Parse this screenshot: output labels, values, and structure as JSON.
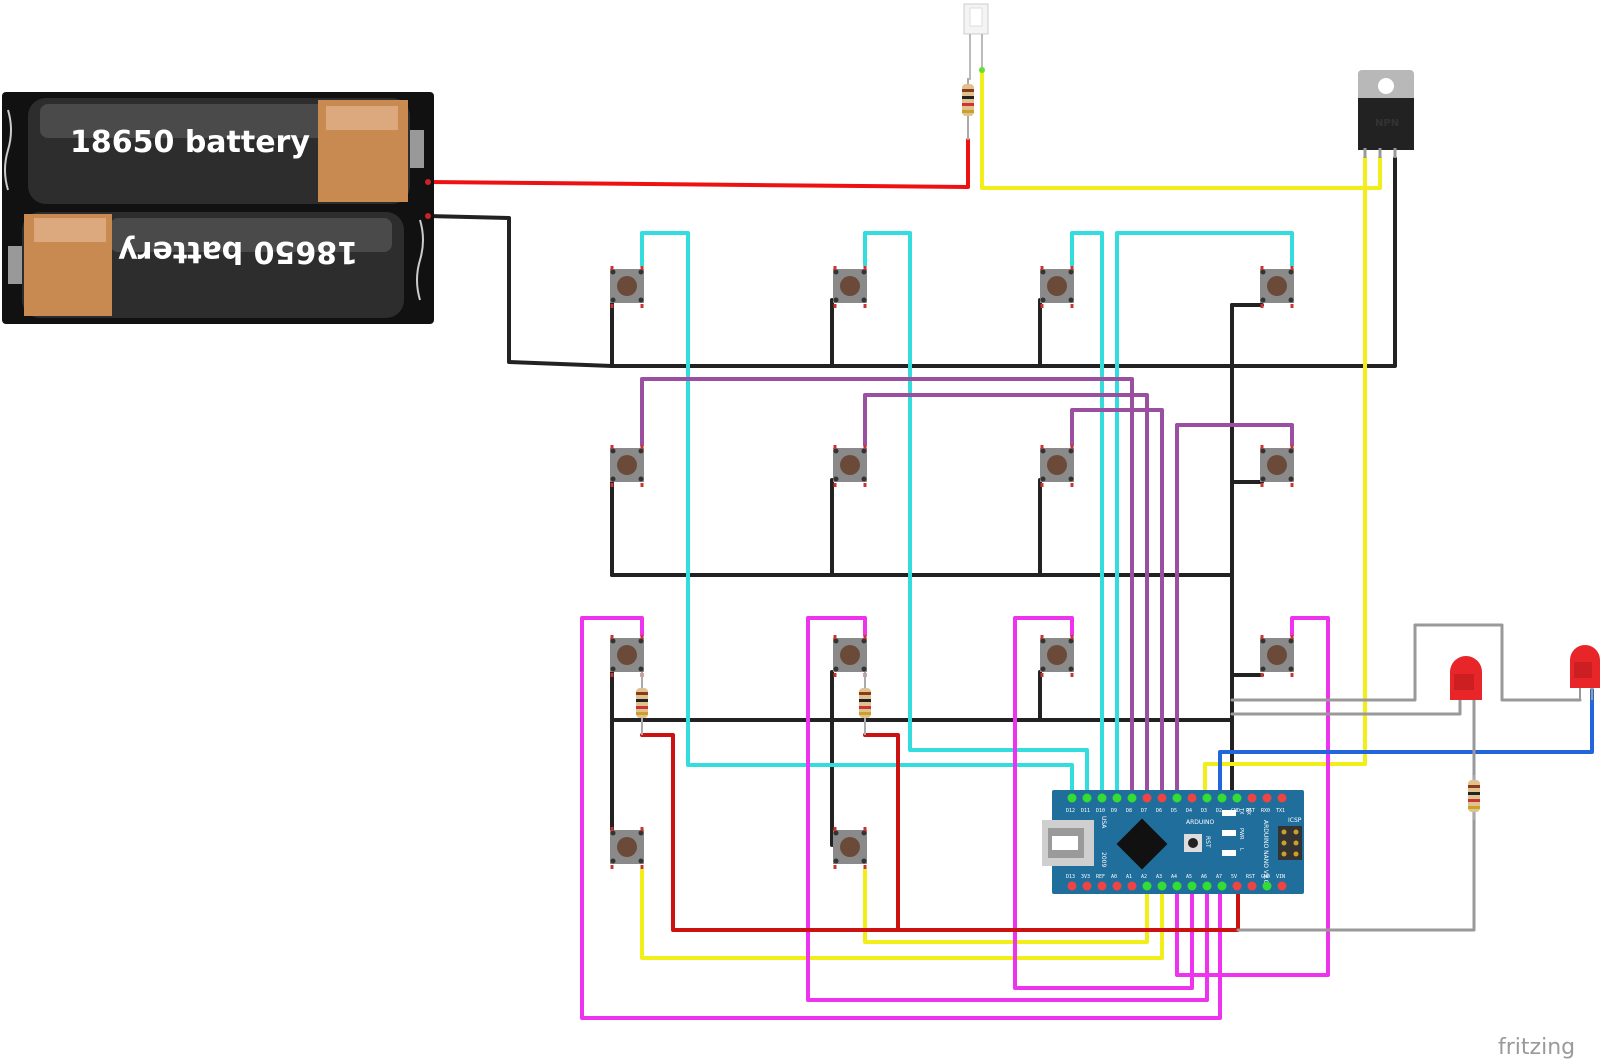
{
  "battery": {
    "top_label": "18650 battery",
    "bottom_label": "18650 battery"
  },
  "transistor": {
    "label": "NPN"
  },
  "arduino": {
    "top_pins": [
      "D12",
      "D11",
      "D10",
      "D9",
      "D8",
      "D7",
      "D6",
      "D5",
      "D4",
      "D3",
      "D2",
      "GND",
      "RST",
      "RX0",
      "TX1"
    ],
    "bottom_pins": [
      "D13",
      "3V3",
      "REF",
      "A0",
      "A1",
      "A2",
      "A3",
      "A4",
      "A5",
      "A6",
      "A7",
      "5V",
      "RST",
      "GND",
      "VIN"
    ],
    "side_text_left": "USA",
    "side_text_year": "2009",
    "brand_text": "ARDUINO",
    "model_text": "ARDUINO NANO V3.0",
    "rst_label": "RST",
    "icsp_label": "ICSP",
    "led_labels": [
      "TX",
      "RX",
      "PWR",
      "L"
    ]
  },
  "watermark": "fritzing",
  "colors": {
    "wire_red": "#ee1111",
    "wire_black": "#222222",
    "wire_cyan": "#33dddd",
    "wire_purple": "#9b4fa0",
    "wire_magenta": "#ee33ee",
    "wire_yellow": "#f2ee1a",
    "wire_darkred": "#cc1111",
    "wire_blue": "#2266dd",
    "wire_gray": "#999999",
    "board": "#1f6e9c",
    "led": "#e8262a"
  }
}
